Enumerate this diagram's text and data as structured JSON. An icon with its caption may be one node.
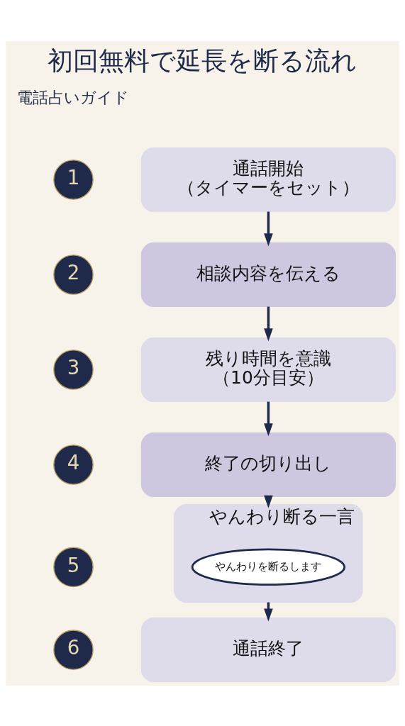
{
  "diagram": {
    "title": "初回無料で延長を断る流れ",
    "nodes": [
      {
        "text": [
          "1"
        ]
      },
      {
        "text": [
          "通話開始",
          "（タイマーをセット）"
        ]
      },
      {
        "text": [
          "2"
        ]
      },
      {
        "text": [
          "相談内容を伝える"
        ]
      },
      {
        "text": [
          "3"
        ]
      },
      {
        "text": [
          "残り時間を意識",
          "（10分目安）"
        ]
      },
      {
        "text": [
          "4"
        ]
      },
      {
        "text": [
          "終了の切り出し"
        ]
      },
      {
        "text": [
          "5"
        ]
      },
      {
        "text": [
          "やんわり断る一言"
        ]
      },
      {
        "text": [
          "やんわりを断るします"
        ],
        "in": 9
      },
      {
        "text": [
          "6"
        ]
      },
      {
        "text": [
          "通話終了"
        ]
      }
    ],
    "edges": [
      {
        "from": 1,
        "to": 3,
        "arrow": "to"
      },
      {
        "from": 3,
        "to": 5,
        "arrow": "to"
      },
      {
        "from": 5,
        "to": 7,
        "arrow": "to"
      },
      {
        "from": 7,
        "to": 9,
        "arrow": "to"
      },
      {
        "from": 9,
        "to": 12,
        "arrow": "to"
      }
    ],
    "labels": [
      "電話占いガイド"
    ]
  }
}
